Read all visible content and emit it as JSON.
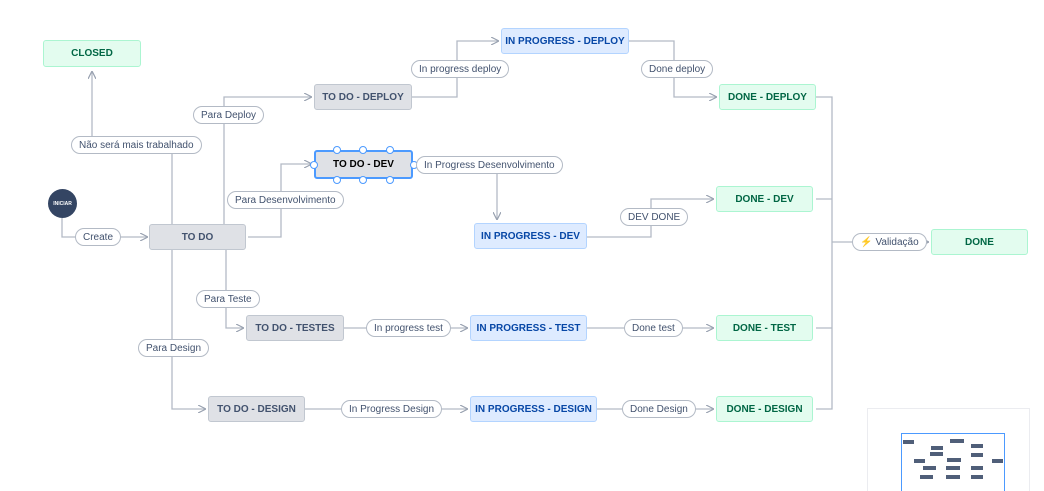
{
  "start": {
    "label": "INICIAR"
  },
  "statuses": {
    "closed": "CLOSED",
    "todo": "TO DO",
    "todo_deploy": "TO DO - DEPLOY",
    "in_progress_deploy": "IN PROGRESS - DEPLOY",
    "done_deploy": "DONE - DEPLOY",
    "todo_dev": "TO DO - DEV",
    "in_progress_dev": "IN PROGRESS - DEV",
    "done_dev": "DONE - DEV",
    "todo_testes": "TO DO - TESTES",
    "in_progress_test": "IN PROGRESS - TEST",
    "done_test": "DONE - TEST",
    "todo_design": "TO DO - DESIGN",
    "in_progress_design": "IN PROGRESS - DESIGN",
    "done_design": "DONE - DESIGN",
    "done": "DONE"
  },
  "transitions": {
    "create": "Create",
    "nao_sera": "Não será mais trabalhado",
    "para_deploy": "Para Deploy",
    "in_progress_deploy": "In progress deploy",
    "done_deploy": "Done deploy",
    "para_desenvolvimento": "Para Desenvolvimento",
    "in_progress_desenvolvimento": "In Progress Desenvolvimento",
    "dev_done": "DEV DONE",
    "para_teste": "Para Teste",
    "in_progress_test": "In progress test",
    "done_test": "Done test",
    "para_design": "Para Design",
    "in_progress_design": "In Progress Design",
    "done_design": "Done Design",
    "validacao": "Validação"
  },
  "icons": {
    "validacao": "lightning-bolt-icon"
  },
  "colors": {
    "todo": "#dfe1e6",
    "in_progress": "#deebff",
    "done": "#e3fcef",
    "line": "#b3bac5",
    "selection": "#4c9aff"
  }
}
